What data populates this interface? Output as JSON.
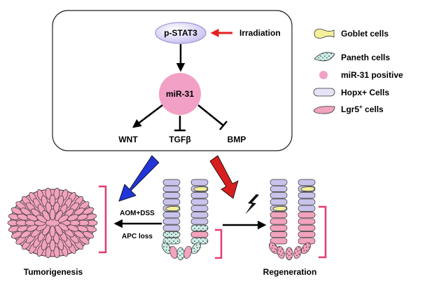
{
  "pathway": {
    "pstat3": "p-STAT3",
    "irradiation": "Irradiation",
    "mir31": "miR-31",
    "targets": [
      "WNT",
      "TGFβ",
      "BMP"
    ]
  },
  "legend": {
    "goblet": "Goblet cells",
    "paneth": "Paneth cells",
    "mir31_positive": "miR-31 positive",
    "hopx": "Hopx+ Cells",
    "lgr5_main": "Lgr5",
    "lgr5_sup": "+",
    "lgr5_tail": " cells"
  },
  "injury": {
    "line1": "AOM+DSS",
    "line2": "APC loss"
  },
  "outcomes": {
    "left": "Tumorigenesis",
    "right": "Regeneration"
  },
  "colors": {
    "goblet": "#f4f09a",
    "paneth": "#cdeee8",
    "mir31": "#f2a0c6",
    "hopx": "#c9c3ec",
    "lgr5": "#f2a3bd",
    "bracket": "#e23d6c",
    "irradiation_arrow": "#e8201f",
    "blue_arrow": "#2236d8",
    "red_arrow": "#d81f1f"
  }
}
